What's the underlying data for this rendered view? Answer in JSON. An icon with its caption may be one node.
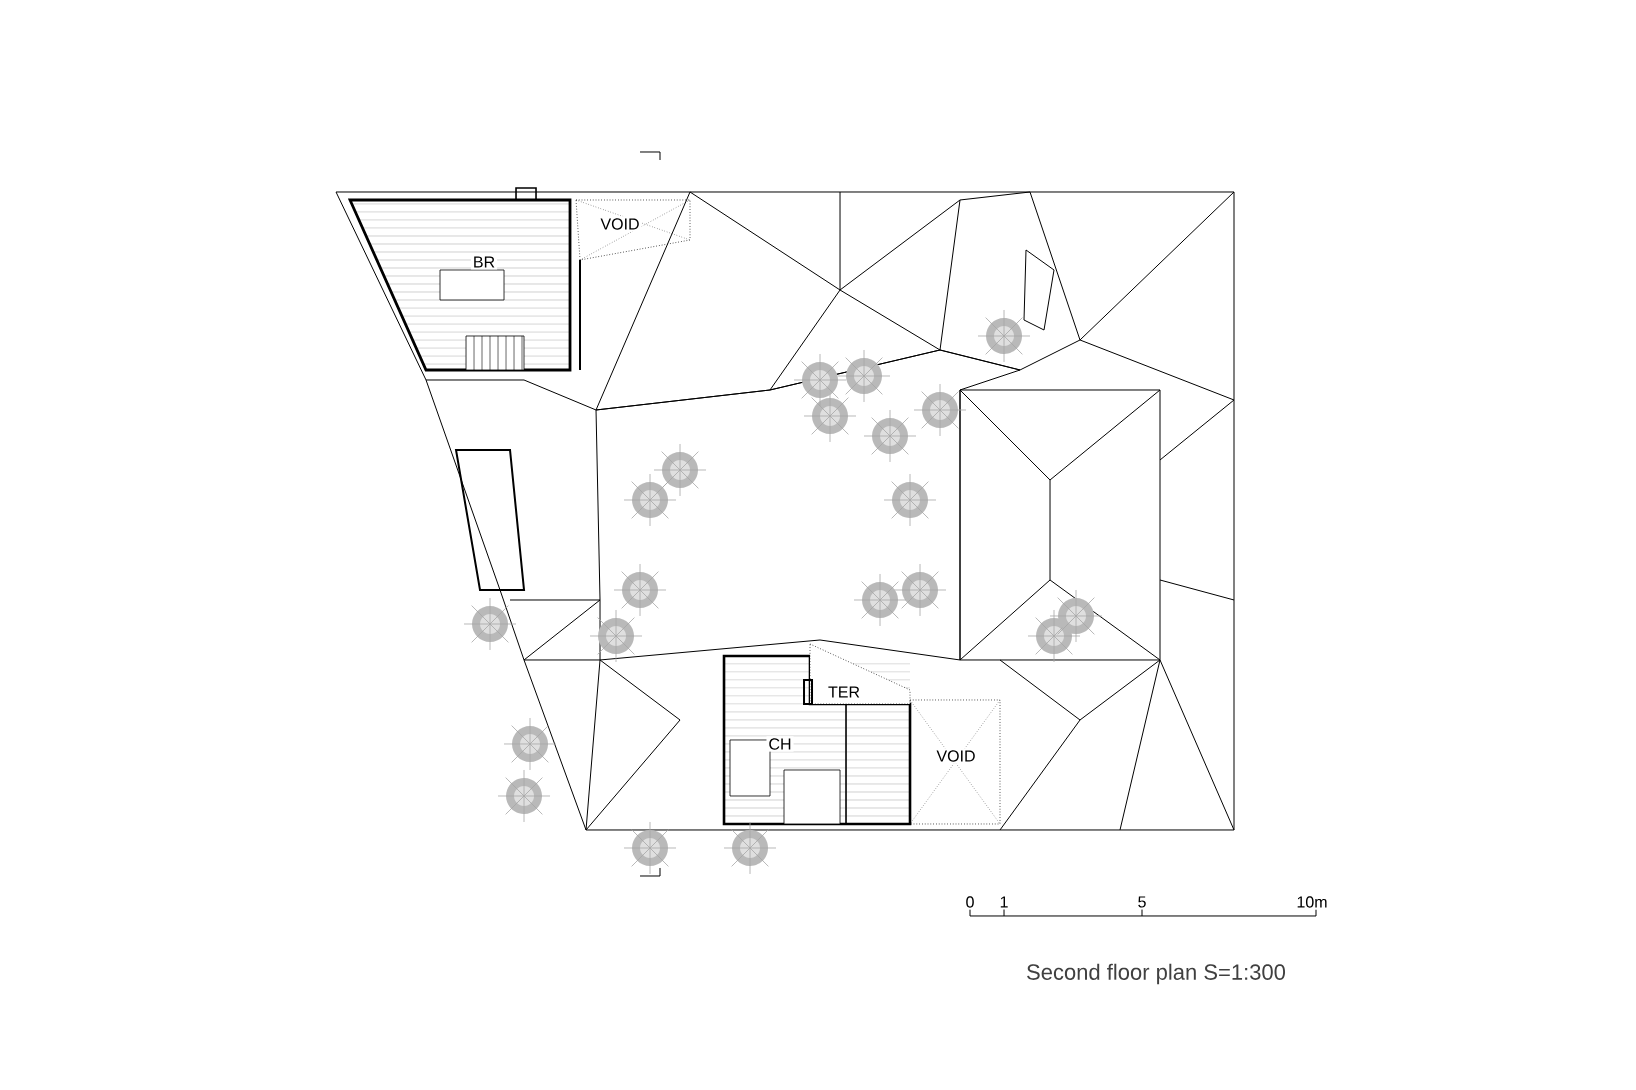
{
  "diagram": {
    "caption": "Second floor plan S=1:300",
    "labels": [
      "BR",
      "VOID",
      "TER",
      "CH",
      "VOID",
      "0",
      "1",
      "5",
      "10m"
    ]
  }
}
